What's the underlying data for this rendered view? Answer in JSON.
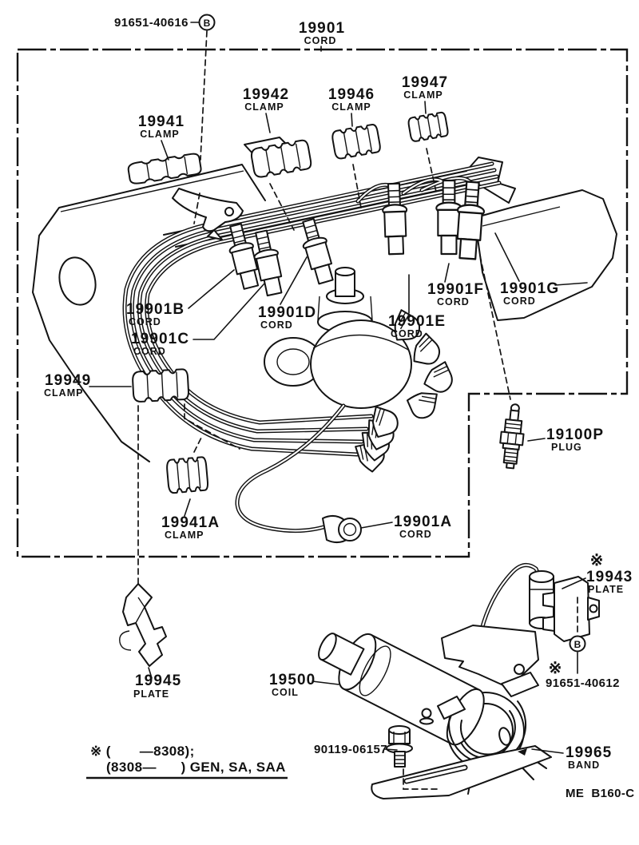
{
  "figure": {
    "drawing_code": "ME  B160-C",
    "footnote": {
      "line1": "※ (       —8308);",
      "line2": "(8308—      ) GEN, SA, SAA"
    },
    "ref_mark": "※",
    "fastener_top": {
      "number": "91651-40616",
      "marker": "B"
    },
    "fastener_right": {
      "number": "91651-40612",
      "marker": "B"
    },
    "fastener_coil_bolt": {
      "number": "90119-06157"
    }
  },
  "parts": {
    "cord_set": {
      "number": "19901",
      "name": "CORD"
    },
    "clamp_1": {
      "number": "19941",
      "name": "CLAMP"
    },
    "clamp_2": {
      "number": "19942",
      "name": "CLAMP"
    },
    "clamp_3": {
      "number": "19946",
      "name": "CLAMP"
    },
    "clamp_4": {
      "number": "19947",
      "name": "CLAMP"
    },
    "cord_b": {
      "number": "19901B",
      "name": "CORD"
    },
    "cord_c": {
      "number": "19901C",
      "name": "CORD"
    },
    "cord_d": {
      "number": "19901D",
      "name": "CORD"
    },
    "cord_e": {
      "number": "19901E",
      "name": "CORD"
    },
    "cord_f": {
      "number": "19901F",
      "name": "CORD"
    },
    "cord_g": {
      "number": "19901G",
      "name": "CORD"
    },
    "clamp_5": {
      "number": "19949",
      "name": "CLAMP"
    },
    "clamp_6": {
      "number": "19941A",
      "name": "CLAMP"
    },
    "cord_a": {
      "number": "19901A",
      "name": "CORD"
    },
    "plug": {
      "number": "19100P",
      "name": "PLUG"
    },
    "plate_r": {
      "number": "19943",
      "name": "PLATE"
    },
    "plate_l": {
      "number": "19945",
      "name": "PLATE"
    },
    "coil": {
      "number": "19500",
      "name": "COIL"
    },
    "band": {
      "number": "19965",
      "name": "BAND"
    }
  }
}
